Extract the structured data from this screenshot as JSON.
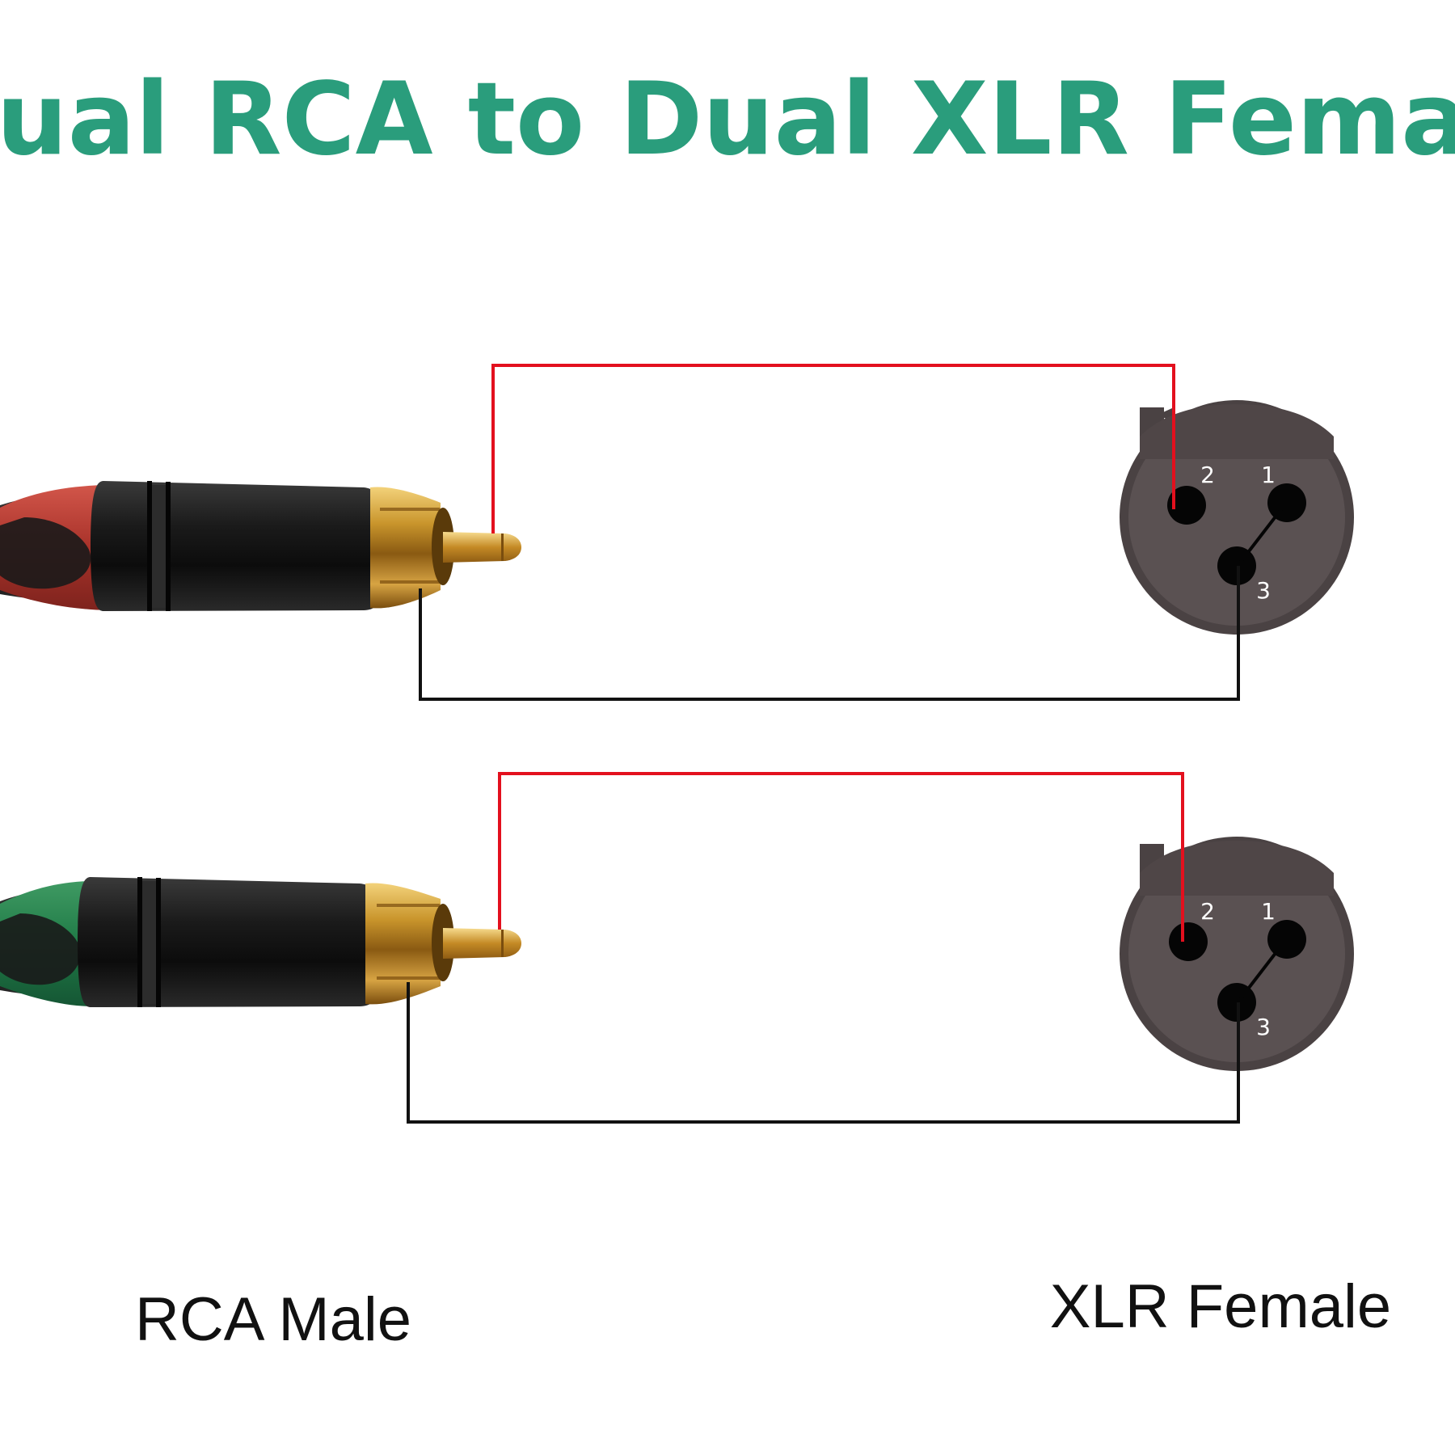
{
  "title": "Dual RCA to Dual XLR Female",
  "labels": {
    "left": "RCA Male",
    "right": "XLR Female"
  },
  "colors": {
    "title": "#2a9d7c",
    "signal_wire": "#e3101e",
    "ground_wire": "#111111",
    "xlr_body": "#5a5152",
    "rca_band_top": "#b7382f",
    "rca_band_bottom": "#1f7a46",
    "gold": "#c9952c"
  },
  "connectors": [
    {
      "rca_band_color": "red",
      "xlr_pins": {
        "pin2": "2",
        "pin1": "1",
        "pin3": "3"
      },
      "signal_to_pin": "2",
      "ground_to_pin": "3"
    },
    {
      "rca_band_color": "green",
      "xlr_pins": {
        "pin2": "2",
        "pin1": "1",
        "pin3": "3"
      },
      "signal_to_pin": "2",
      "ground_to_pin": "3"
    }
  ]
}
